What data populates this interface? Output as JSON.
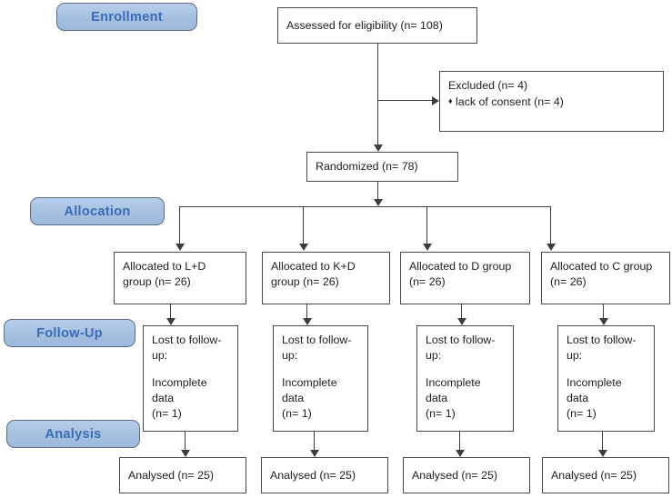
{
  "diagram": {
    "title": "CONSORT participant flow diagram",
    "colors": {
      "pill_fill": "#a8c3e4",
      "pill_border": "#5d6c84",
      "pill_text": "#3a6cb6",
      "box_border": "#4a4a4a",
      "box_text": "#1d1d1d",
      "connector": "#3d3d3d"
    }
  },
  "stages": {
    "enrollment": "Enrollment",
    "allocation": "Allocation",
    "followup": "Follow-Up",
    "analysis": "Analysis"
  },
  "enrollment": {
    "assessed": "Assessed for eligibility (n= 108)",
    "excluded_title": "Excluded (n= 4)",
    "excluded_reason": "lack of consent (n= 4)",
    "excluded_bullet": "♦",
    "randomized": "Randomized (n= 78)"
  },
  "arms": [
    {
      "allocated_line1": "Allocated to L+D",
      "allocated_line2": "group (n= 26)",
      "followup_line1": "Lost to follow-",
      "followup_line2": "up:",
      "followup_line3": "Incomplete data",
      "followup_line4": "(n= 1)",
      "analysed": "Analysed (n= 25)"
    },
    {
      "allocated_line1": "Allocated to K+D",
      "allocated_line2": "group (n= 26)",
      "followup_line1": "Lost to follow-",
      "followup_line2": "up:",
      "followup_line3": "Incomplete data",
      "followup_line4": "(n= 1)",
      "analysed": "Analysed (n= 25)"
    },
    {
      "allocated_line1": "Allocated to D group",
      "allocated_line2": "(n= 26)",
      "followup_line1": "Lost to follow-",
      "followup_line2": "up:",
      "followup_line3": "Incomplete data",
      "followup_line4": "(n= 1)",
      "analysed": "Analysed (n= 25)"
    },
    {
      "allocated_line1": "Allocated to C group",
      "allocated_line2": "(n= 26)",
      "followup_line1": "Lost to follow-",
      "followup_line2": "up:",
      "followup_line3": "Incomplete data",
      "followup_line4": "(n= 1)",
      "analysed": "Analysed (n= 25)"
    }
  ],
  "chart_data": {
    "type": "diagram",
    "title": "CONSORT flow diagram",
    "nodes": [
      {
        "id": "assessed",
        "label": "Assessed for eligibility (n= 108)",
        "n": 108,
        "stage": "Enrollment"
      },
      {
        "id": "excluded",
        "label": "Excluded (n= 4)",
        "n": 4,
        "stage": "Enrollment",
        "reasons": [
          {
            "label": "lack of consent (n= 4)",
            "n": 4
          }
        ]
      },
      {
        "id": "randomized",
        "label": "Randomized (n= 78)",
        "n": 78,
        "stage": "Enrollment"
      },
      {
        "id": "alloc_ld",
        "label": "Allocated to L+D group (n= 26)",
        "n": 26,
        "stage": "Allocation"
      },
      {
        "id": "alloc_kd",
        "label": "Allocated to K+D group (n= 26)",
        "n": 26,
        "stage": "Allocation"
      },
      {
        "id": "alloc_d",
        "label": "Allocated to D group (n= 26)",
        "n": 26,
        "stage": "Allocation"
      },
      {
        "id": "alloc_c",
        "label": "Allocated to C group (n= 26)",
        "n": 26,
        "stage": "Allocation"
      },
      {
        "id": "fu_ld",
        "label": "Lost to follow-up: Incomplete data (n= 1)",
        "n": 1,
        "stage": "Follow-Up"
      },
      {
        "id": "fu_kd",
        "label": "Lost to follow-up: Incomplete data (n= 1)",
        "n": 1,
        "stage": "Follow-Up"
      },
      {
        "id": "fu_d",
        "label": "Lost to follow-up: Incomplete data (n= 1)",
        "n": 1,
        "stage": "Follow-Up"
      },
      {
        "id": "fu_c",
        "label": "Lost to follow-up: Incomplete data (n= 1)",
        "n": 1,
        "stage": "Follow-Up"
      },
      {
        "id": "an_ld",
        "label": "Analysed (n= 25)",
        "n": 25,
        "stage": "Analysis"
      },
      {
        "id": "an_kd",
        "label": "Analysed (n= 25)",
        "n": 25,
        "stage": "Analysis"
      },
      {
        "id": "an_d",
        "label": "Analysed (n= 25)",
        "n": 25,
        "stage": "Analysis"
      },
      {
        "id": "an_c",
        "label": "Analysed (n= 25)",
        "n": 25,
        "stage": "Analysis"
      }
    ],
    "edges": [
      {
        "from": "assessed",
        "to": "excluded"
      },
      {
        "from": "assessed",
        "to": "randomized"
      },
      {
        "from": "randomized",
        "to": "alloc_ld"
      },
      {
        "from": "randomized",
        "to": "alloc_kd"
      },
      {
        "from": "randomized",
        "to": "alloc_d"
      },
      {
        "from": "randomized",
        "to": "alloc_c"
      },
      {
        "from": "alloc_ld",
        "to": "fu_ld"
      },
      {
        "from": "alloc_kd",
        "to": "fu_kd"
      },
      {
        "from": "alloc_d",
        "to": "fu_d"
      },
      {
        "from": "alloc_c",
        "to": "fu_c"
      },
      {
        "from": "fu_ld",
        "to": "an_ld"
      },
      {
        "from": "fu_kd",
        "to": "an_kd"
      },
      {
        "from": "fu_d",
        "to": "an_d"
      },
      {
        "from": "fu_c",
        "to": "an_c"
      }
    ]
  }
}
